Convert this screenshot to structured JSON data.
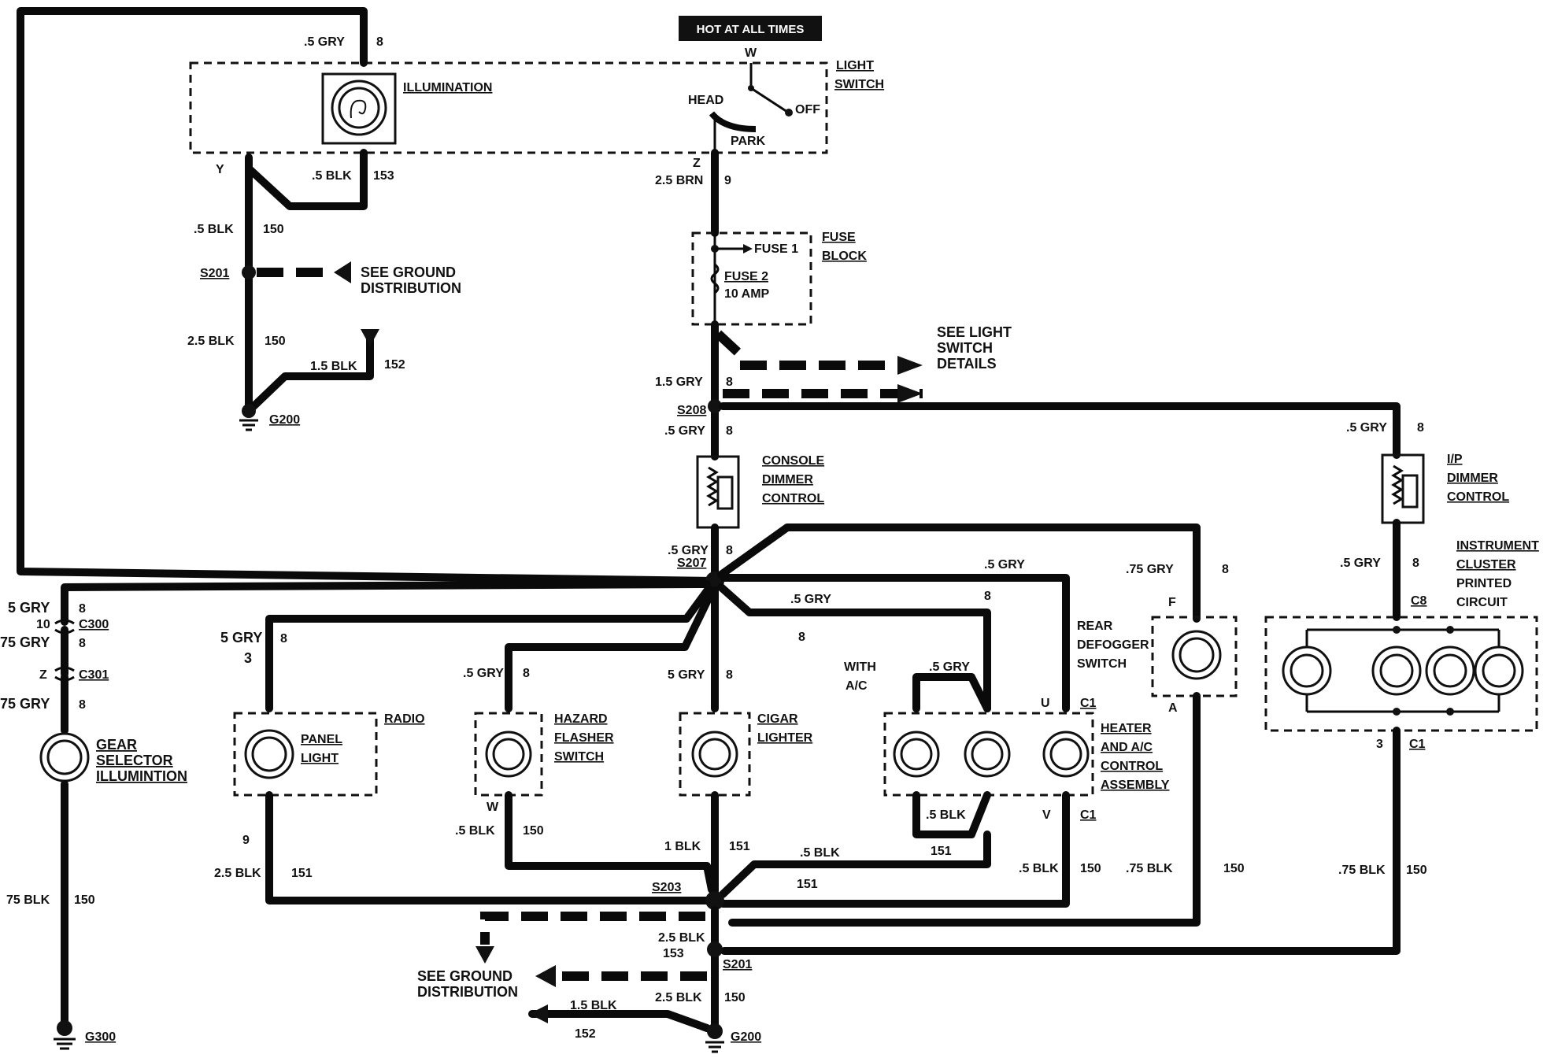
{
  "header": {
    "hot_label": "HOT AT ALL TIMES"
  },
  "components": {
    "light_switch": [
      "LIGHT",
      "SWITCH"
    ],
    "illumination": "ILLUMINATION",
    "switch_positions": {
      "head": "HEAD",
      "park": "PARK",
      "off": "OFF",
      "w": "W",
      "z": "Z",
      "y": "Y"
    },
    "fuse_block": [
      "FUSE",
      "BLOCK"
    ],
    "fuse1": "FUSE 1",
    "fuse2": "FUSE 2",
    "fuse2_rating": "10 AMP",
    "console_dimmer": [
      "CONSOLE",
      "DIMMER",
      "CONTROL"
    ],
    "ip_dimmer": [
      "I/P",
      "DIMMER",
      "CONTROL"
    ],
    "instrument_cluster": [
      "INSTRUMENT",
      "CLUSTER",
      "PRINTED",
      "CIRCUIT"
    ],
    "radio": "RADIO",
    "panel_light": [
      "PANEL",
      "LIGHT"
    ],
    "hazard": [
      "HAZARD",
      "FLASHER",
      "SWITCH"
    ],
    "cigar": [
      "CIGAR",
      "LIGHTER"
    ],
    "with_ac": [
      "WITH",
      "A/C"
    ],
    "heater": [
      "HEATER",
      "AND A/C",
      "CONTROL",
      "ASSEMBLY"
    ],
    "rear_defogger": [
      "REAR",
      "DEFOGGER",
      "SWITCH"
    ],
    "gear_selector": [
      "GEAR",
      "SELECTOR",
      "ILLUMINTION"
    ]
  },
  "references": {
    "see_ground": [
      "SEE GROUND",
      "DISTRIBUTION"
    ],
    "see_light_switch": [
      "SEE LIGHT",
      "SWITCH",
      "DETAILS"
    ]
  },
  "splices": {
    "s201": "S201",
    "s208": "S208",
    "s207": "S207",
    "s203": "S203",
    "g200": "G200",
    "g300": "G300",
    "c300": "C300",
    "c301": "C301",
    "c1": "C1",
    "c8": "C8"
  },
  "wires": {
    "gry_05": ".5 GRY",
    "gry_5": "5 GRY",
    "gry_75": "75 GRY",
    "gry_075": ".75 GRY",
    "gry_15": "1.5 GRY",
    "blk_05": ".5 BLK",
    "blk_25": "2.5 BLK",
    "blk_15": "1.5 BLK",
    "blk_1": "1 BLK",
    "blk_075": ".75 BLK",
    "blk_75": "75 BLK",
    "brn_25": "2.5 BRN",
    "gry_5_lower": ".5 GRY"
  },
  "circuits": {
    "c8": "8",
    "c153": "153",
    "c150": "150",
    "c152": "152",
    "c9": "9",
    "c151": "151",
    "p10": "10",
    "pz": "Z",
    "p3": "3",
    "p9": "9",
    "pw": "W",
    "pu": "U",
    "pv": "V",
    "pf": "F",
    "pa": "A",
    "pc3": "3"
  }
}
